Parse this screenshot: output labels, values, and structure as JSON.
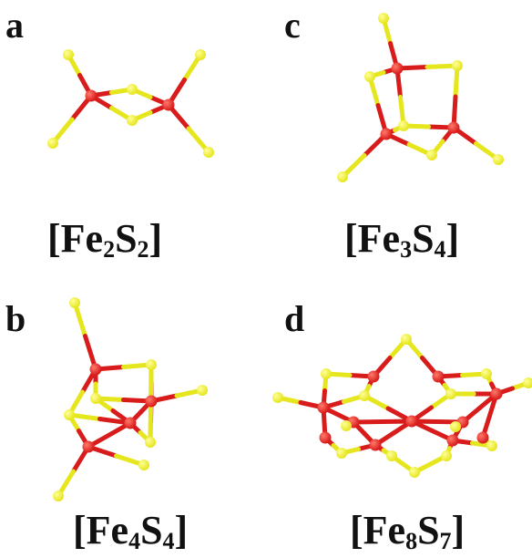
{
  "colors": {
    "fe": "#d81b1b",
    "s": "#e6e61e",
    "text": "#111111"
  },
  "panels": [
    {
      "id": "a",
      "letter": "a",
      "formula": {
        "el1": "Fe",
        "n1": "2",
        "el2": "S",
        "n2": "2"
      }
    },
    {
      "id": "b",
      "letter": "b",
      "formula": {
        "el1": "Fe",
        "n1": "4",
        "el2": "S",
        "n2": "4"
      }
    },
    {
      "id": "c",
      "letter": "c",
      "formula": {
        "el1": "Fe",
        "n1": "3",
        "el2": "S",
        "n2": "4"
      }
    },
    {
      "id": "d",
      "letter": "d",
      "formula": {
        "el1": "Fe",
        "n1": "8",
        "el2": "S",
        "n2": "7"
      }
    }
  ]
}
